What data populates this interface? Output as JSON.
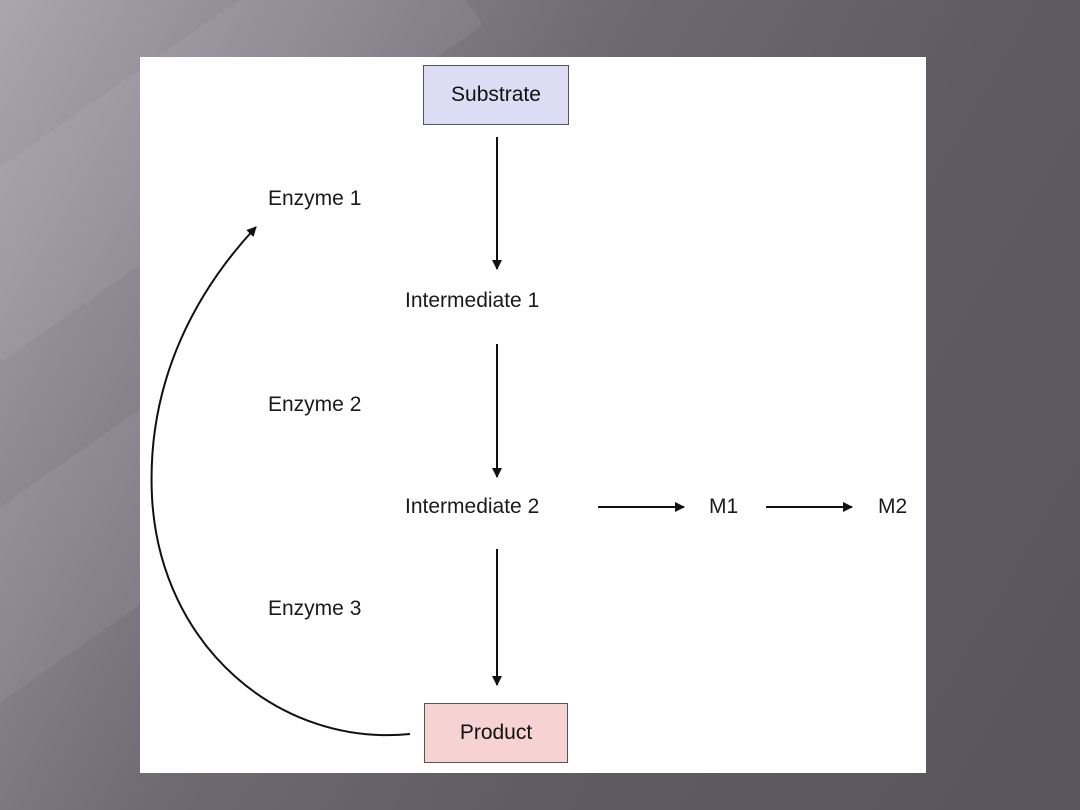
{
  "diagram": {
    "nodes": {
      "substrate": "Substrate",
      "intermediate_1": "Intermediate 1",
      "intermediate_2": "Intermediate 2",
      "m1": "M1",
      "m2": "M2",
      "product": "Product"
    },
    "enzymes": {
      "enzyme_1": "Enzyme 1",
      "enzyme_2": "Enzyme 2",
      "enzyme_3": "Enzyme 3"
    },
    "colors": {
      "substrate_fill": "#dcdcf5",
      "product_fill": "#f7d2d2",
      "arrow": "#111111"
    }
  }
}
